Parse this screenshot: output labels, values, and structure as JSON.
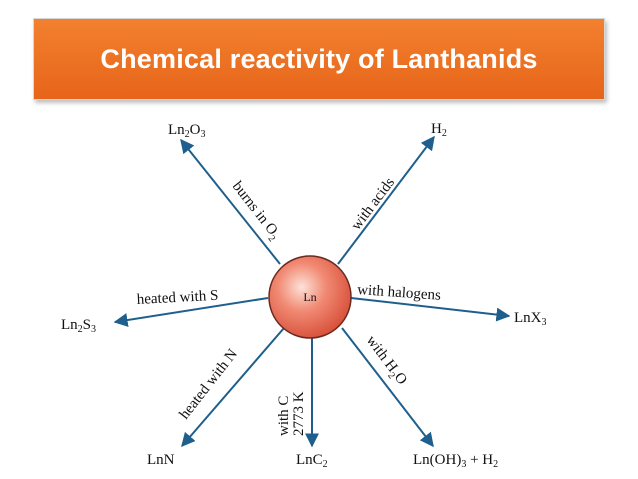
{
  "slide": {
    "title": "Chemical reactivity of Lanthanids"
  },
  "diagram": {
    "center": "Ln",
    "colors": {
      "arrow": "#1e5f8e",
      "sphere_light": "#fde2d8",
      "sphere_mid": "#f18a74",
      "sphere_dark": "#d8503a"
    },
    "branches": [
      {
        "id": "o2",
        "edge": [
          "burns in O",
          "2"
        ],
        "product": [
          "Ln",
          "2",
          "O",
          "3"
        ]
      },
      {
        "id": "acids",
        "edge": [
          "with acids"
        ],
        "product": [
          "H",
          "2"
        ]
      },
      {
        "id": "sulfur",
        "edge": [
          "heated with S"
        ],
        "product": [
          "Ln",
          "2",
          "S",
          "3"
        ]
      },
      {
        "id": "halogens",
        "edge": [
          "with halogens"
        ],
        "product": [
          "LnX",
          "3"
        ]
      },
      {
        "id": "nitrogen",
        "edge": [
          "heated with N"
        ],
        "product": [
          "LnN"
        ]
      },
      {
        "id": "carbon",
        "edge": [
          "with C",
          "2773 K"
        ],
        "product": [
          "LnC",
          "2"
        ]
      },
      {
        "id": "water",
        "edge": [
          "with H",
          "2",
          "O"
        ],
        "product": [
          "Ln(OH)",
          "3",
          " + H",
          "2"
        ]
      }
    ]
  }
}
